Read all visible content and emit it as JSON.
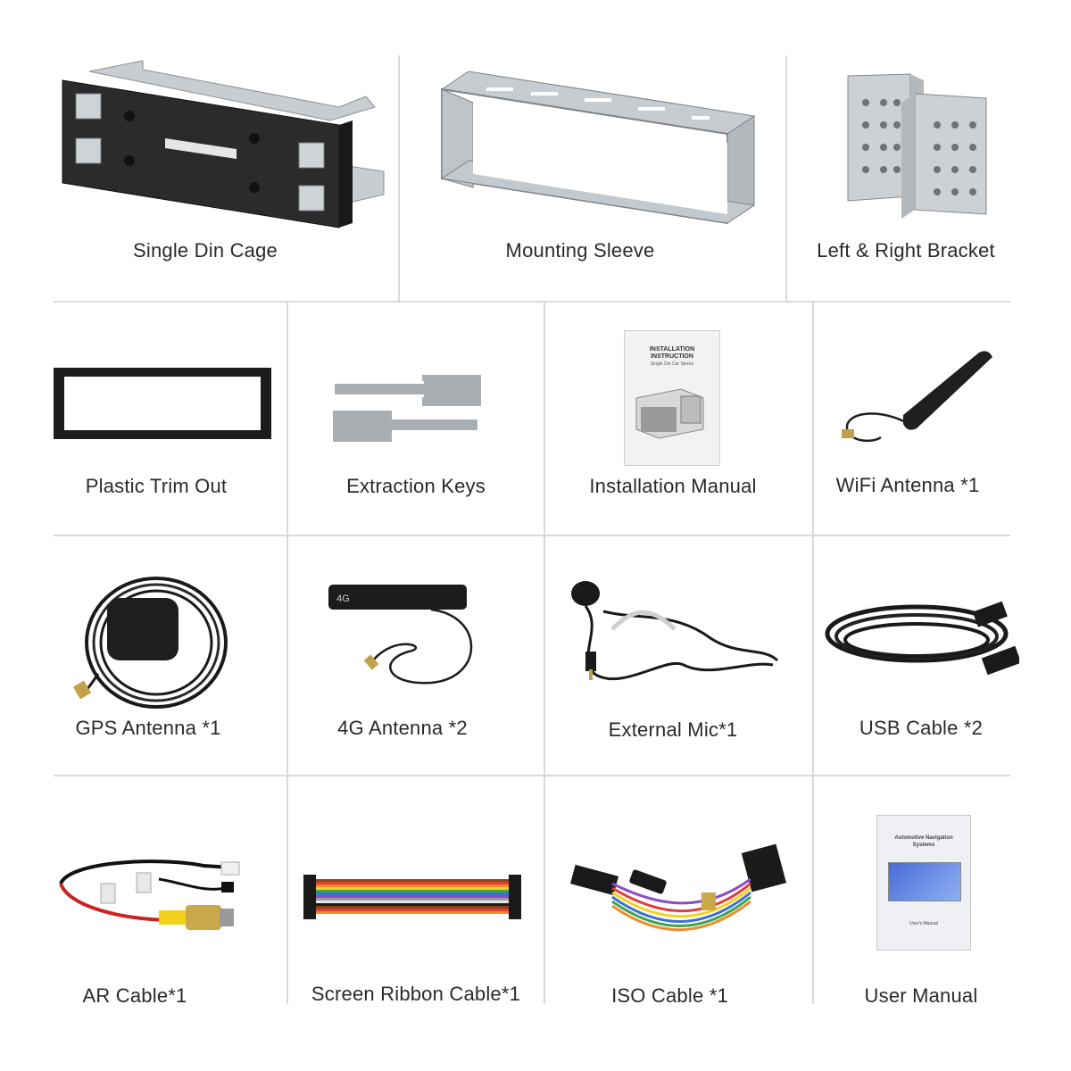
{
  "items": [
    {
      "label": "Single Din Cage"
    },
    {
      "label": "Mounting Sleeve"
    },
    {
      "label": "Left & Right Bracket"
    },
    {
      "label": "Plastic Trim Out"
    },
    {
      "label": "Extraction Keys"
    },
    {
      "label": "Installation Manual"
    },
    {
      "label": "WiFi Antenna *1"
    },
    {
      "label": "GPS Antenna *1"
    },
    {
      "label": "4G Antenna *2"
    },
    {
      "label": "External Mic*1"
    },
    {
      "label": "USB Cable *2"
    },
    {
      "label": "AR Cable*1"
    },
    {
      "label": "Screen Ribbon Cable*1"
    },
    {
      "label": "ISO Cable *1"
    },
    {
      "label": "User Manual"
    }
  ],
  "manual_cover": {
    "title_line1": "INSTALLATION",
    "title_line2": "INSTRUCTION",
    "subtitle": "Single Din Car Stereo"
  },
  "user_manual_cover": {
    "title_line1": "Automotive Navigation",
    "title_line2": "Systems",
    "subtitle": "User's Manual"
  },
  "antenna_4g_text": "4G"
}
